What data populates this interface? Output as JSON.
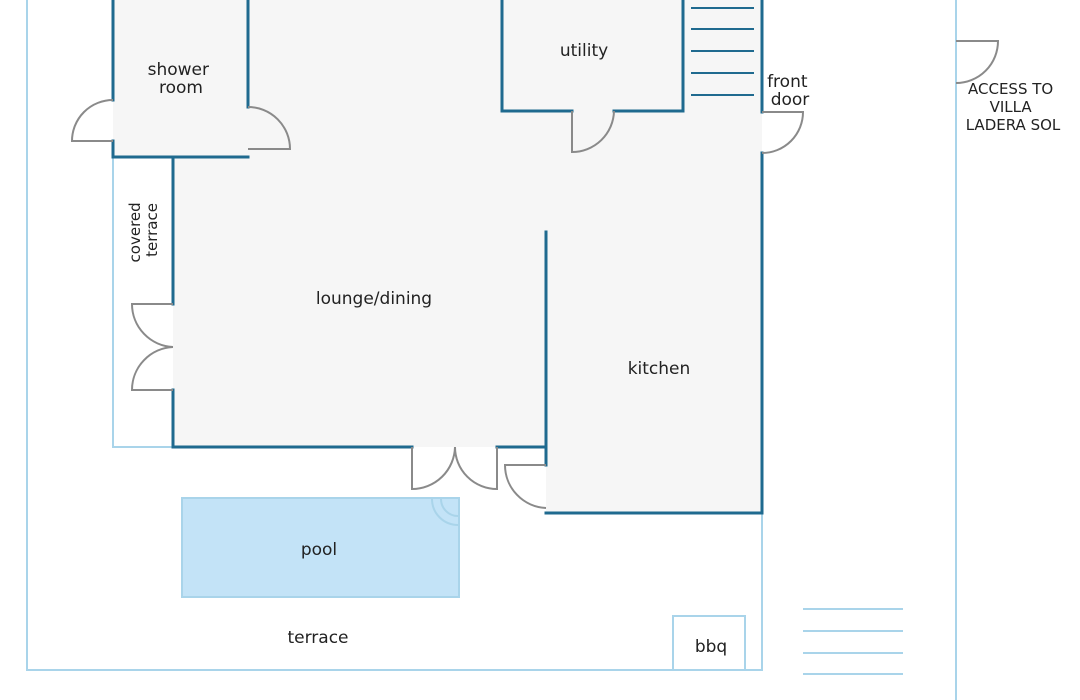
{
  "floorplan": {
    "rooms": {
      "shower_room": [
        "shower",
        "room"
      ],
      "utility": "utility",
      "front_door": [
        "front",
        "door"
      ],
      "covered_terrace": [
        "covered",
        "terrace"
      ],
      "lounge_dining": "lounge/dining",
      "kitchen": "kitchen",
      "pool": "pool",
      "terrace": "terrace",
      "bbq": "bbq"
    },
    "access_note": [
      "ACCESS TO",
      "VILLA",
      "LADERA SOL"
    ]
  },
  "colors": {
    "wall": "#1f6a8f",
    "outline_light": "#a9d4ea",
    "room_fill": "#f6f6f6",
    "pool_fill": "#c3e3f7",
    "door": "#8a8a8a"
  }
}
